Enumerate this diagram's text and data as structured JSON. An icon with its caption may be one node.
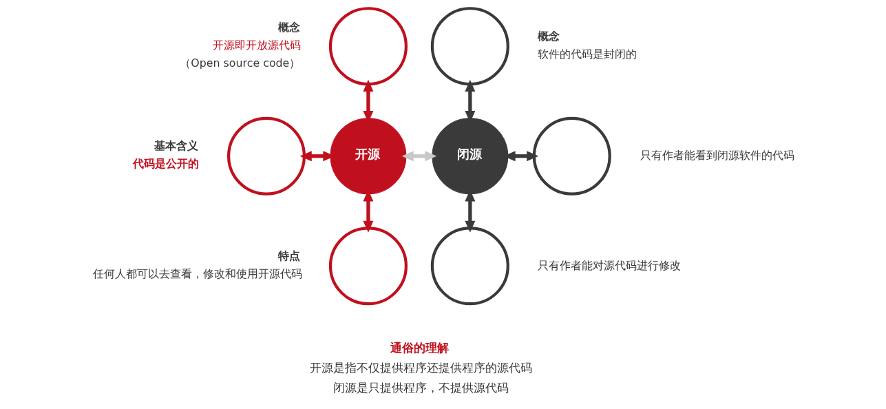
{
  "diagram": {
    "nodes": [
      {
        "text": [],
        "shape": "circle",
        "beside": [
          "概念",
          "开源即开放源代码",
          "（Open source code）"
        ]
      },
      {
        "text": [],
        "shape": "circle",
        "beside": [
          "概念",
          "软件的代码是封闭的"
        ]
      },
      {
        "text": [],
        "shape": "circle",
        "beside": [
          "基本含义",
          "代码是公开的"
        ]
      },
      {
        "text": [
          "开源"
        ]
      },
      {
        "text": [
          "闭源"
        ]
      },
      {
        "text": [],
        "shape": "circle",
        "beside": [
          "只有作者能看到闭源软件的代码"
        ]
      },
      {
        "text": [],
        "shape": "circle",
        "beside": [
          "特点",
          "任何人都可以去查看，修改和使用开源代码"
        ]
      },
      {
        "text": [],
        "shape": "circle",
        "beside": [
          "只有作者能对源代码进行修改"
        ]
      }
    ],
    "edges": [
      {
        "from": 0,
        "to": 3,
        "arrow": "both"
      },
      {
        "from": 2,
        "to": 3,
        "arrow": "both"
      },
      {
        "from": 3,
        "to": 6,
        "arrow": "both"
      },
      {
        "from": 3,
        "to": 4,
        "arrow": "both",
        "color": "#c8c8c8"
      },
      {
        "from": 1,
        "to": 4,
        "arrow": "both",
        "color": "#3a3a3a"
      },
      {
        "from": 4,
        "to": 5,
        "arrow": "both",
        "color": "#3a3a3a"
      },
      {
        "from": 4,
        "to": 7,
        "arrow": "both",
        "color": "#3a3a3a"
      }
    ],
    "labels": [
      "通俗的理解",
      "开源是指不仅提供程序还提供程序的源代码",
      "闭源是只提供程序，不提供源代码"
    ]
  }
}
